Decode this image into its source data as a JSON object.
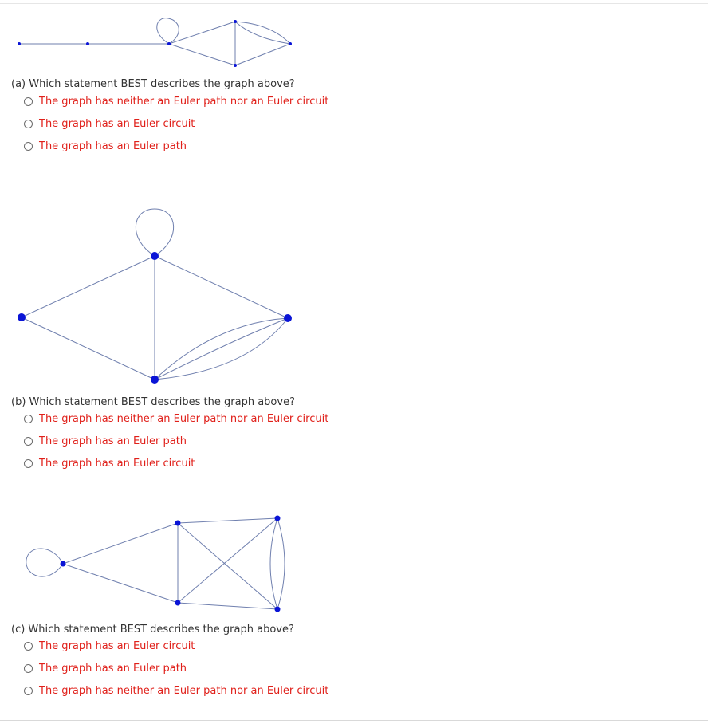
{
  "questions": [
    {
      "prompt": "(a) Which statement BEST describes the graph above?",
      "options": [
        "The graph has neither an Euler path nor an Euler circuit",
        "The graph has an Euler circuit",
        "The graph has an Euler path"
      ]
    },
    {
      "prompt": "(b) Which statement BEST describes the graph above?",
      "options": [
        "The graph has neither an Euler path nor an Euler circuit",
        "The graph has an Euler path",
        "The graph has an Euler circuit"
      ]
    },
    {
      "prompt": "(c) Which statement BEST describes the graph above?",
      "options": [
        "The graph has an Euler circuit",
        "The graph has an Euler path",
        "The graph has neither an Euler path nor an Euler circuit"
      ]
    }
  ],
  "colors": {
    "answer_text": "#e0201a",
    "edge": "#6f7fae",
    "vertex": "#0a14d6"
  }
}
